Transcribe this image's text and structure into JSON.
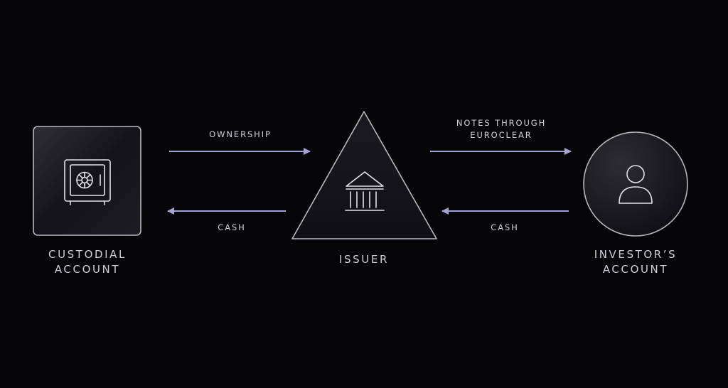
{
  "nodes": {
    "custodial": {
      "label_line1": "CUSTODIAL",
      "label_line2": "ACCOUNT",
      "icon": "safe-icon"
    },
    "issuer": {
      "label": "ISSUER",
      "icon": "bank-icon"
    },
    "investor": {
      "label_line1": "INVESTOR’S",
      "label_line2": "ACCOUNT",
      "icon": "user-icon"
    }
  },
  "flows": {
    "ownership": {
      "label": "OWNERSHIP",
      "direction": "custodial-to-issuer"
    },
    "cash_left": {
      "label": "CASH",
      "direction": "issuer-to-custodial"
    },
    "notes": {
      "label_line1": "NOTES THROUGH",
      "label_line2": "EUROCLEAR",
      "direction": "issuer-to-investor"
    },
    "cash_right": {
      "label": "CASH",
      "direction": "investor-to-issuer"
    }
  },
  "colors": {
    "background": "#050508",
    "arrow": "#a3a3d6",
    "outline": "#b8b8c4",
    "text": "#cfcfd8"
  }
}
